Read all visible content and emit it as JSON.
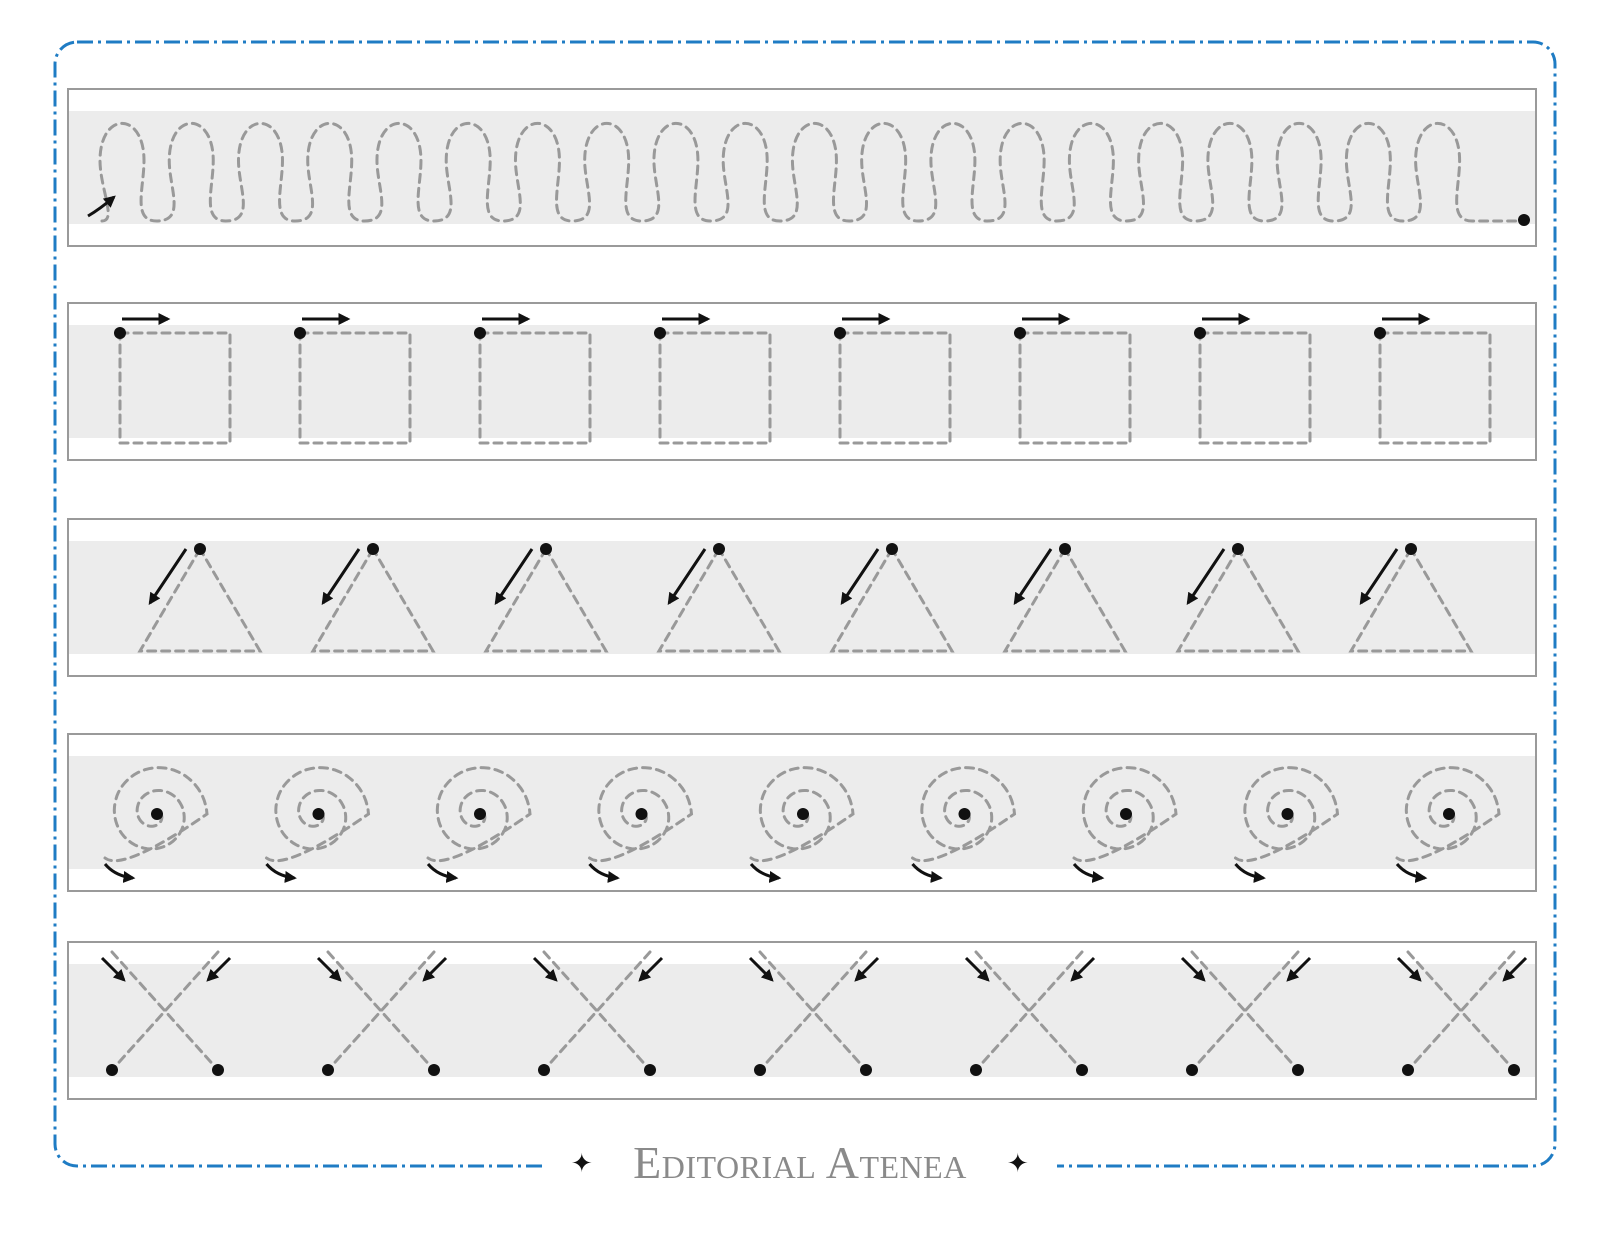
{
  "publisher": "Editorial Atenea",
  "footer_star_icon": "star-icon",
  "colors": {
    "frame": "#1f7cc4",
    "strip_border": "#9a9a9a",
    "strip_band": "#ececec",
    "dash": "#999999",
    "mark": "#111111"
  },
  "rows": [
    {
      "shape": "loop",
      "count": 20
    },
    {
      "shape": "square",
      "count": 8
    },
    {
      "shape": "triangle",
      "count": 8
    },
    {
      "shape": "spiral",
      "count": 9
    },
    {
      "shape": "cross",
      "count": 7
    }
  ]
}
